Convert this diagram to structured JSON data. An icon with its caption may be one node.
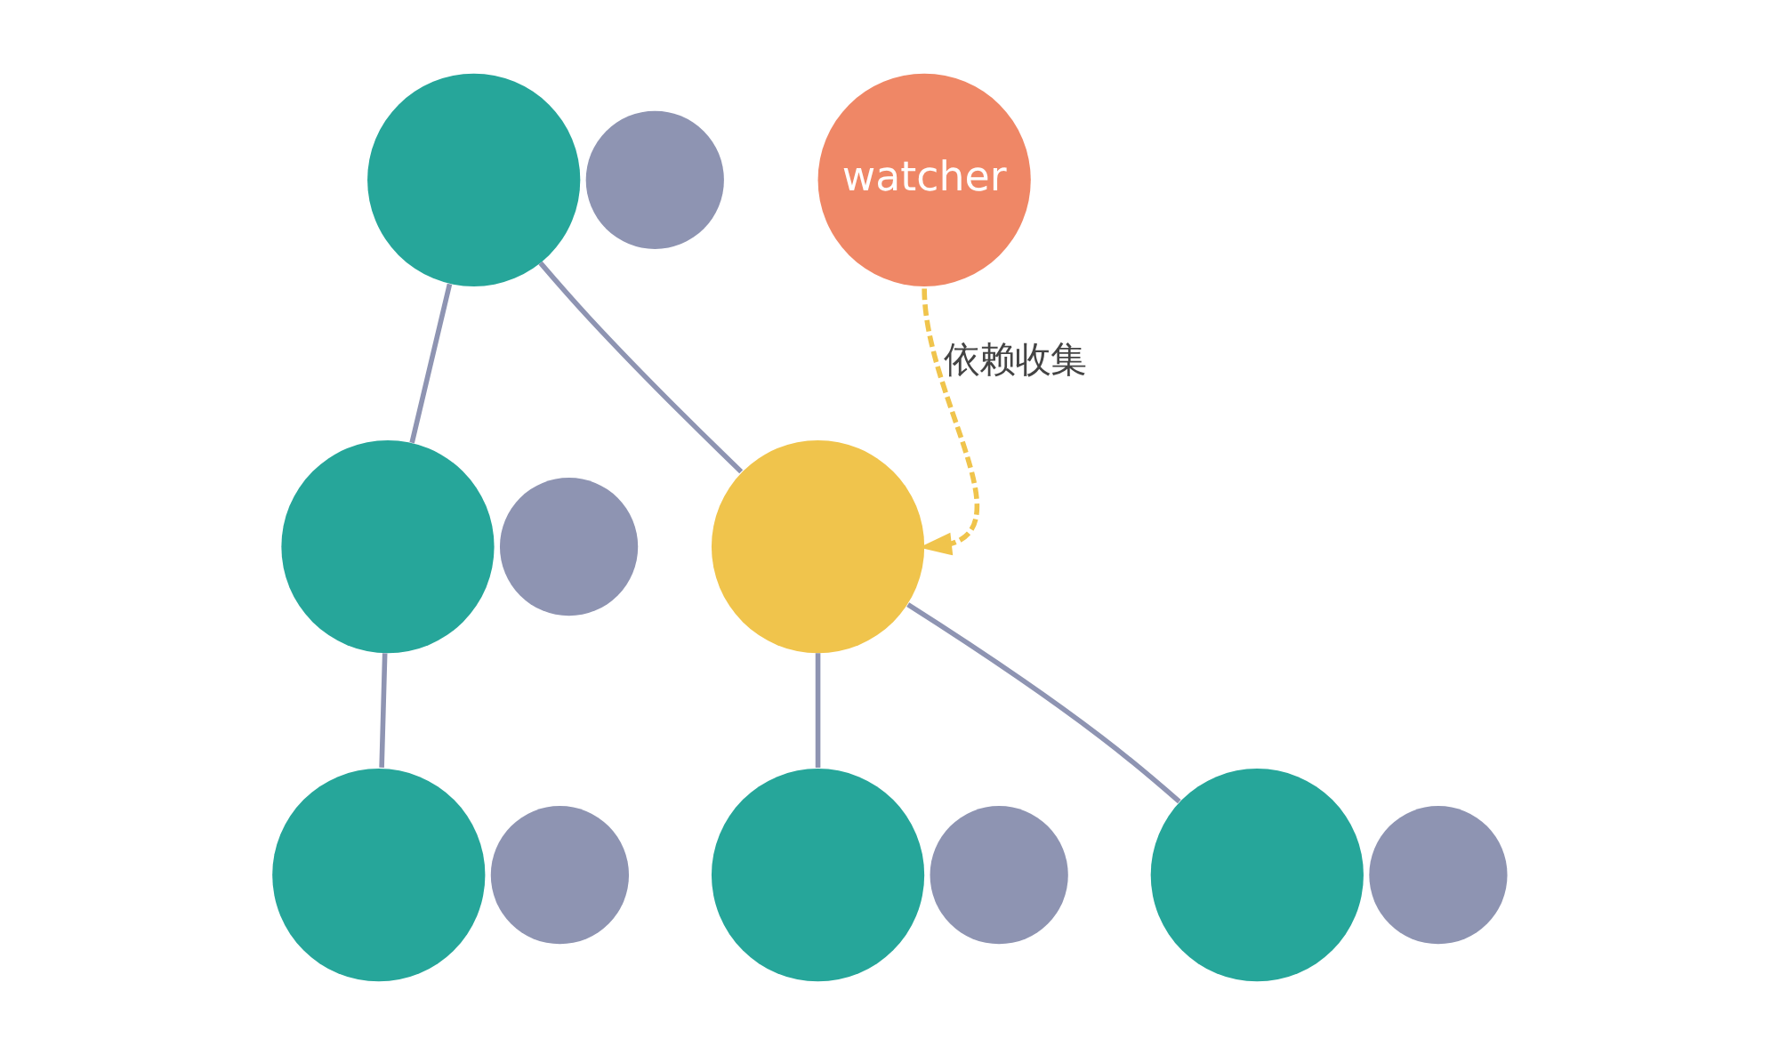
{
  "diagram": {
    "nodes": [
      {
        "text": [],
        "shape": "circle"
      },
      {
        "text": [],
        "shape": "circle"
      },
      {
        "text": [
          "watcher"
        ]
      },
      {
        "text": [],
        "shape": "circle"
      },
      {
        "text": [],
        "shape": "circle"
      },
      {
        "text": [],
        "shape": "circle"
      },
      {
        "text": [],
        "shape": "circle"
      },
      {
        "text": [],
        "shape": "circle"
      },
      {
        "text": [],
        "shape": "circle"
      },
      {
        "text": [],
        "shape": "circle"
      },
      {
        "text": [],
        "shape": "circle"
      },
      {
        "text": [],
        "shape": "circle"
      }
    ],
    "edges": [
      {
        "from": 0,
        "to": 3,
        "arrow": "none"
      },
      {
        "from": 0,
        "to": 5,
        "arrow": "none"
      },
      {
        "from": 3,
        "to": 6,
        "arrow": "none"
      },
      {
        "from": 5,
        "to": 8,
        "arrow": "none"
      },
      {
        "from": 5,
        "to": 10,
        "arrow": "none"
      },
      {
        "from": 2,
        "to": 5,
        "arrow": "to",
        "label": "依赖收集",
        "style": "dashed",
        "color": "#f0c44c"
      }
    ]
  }
}
